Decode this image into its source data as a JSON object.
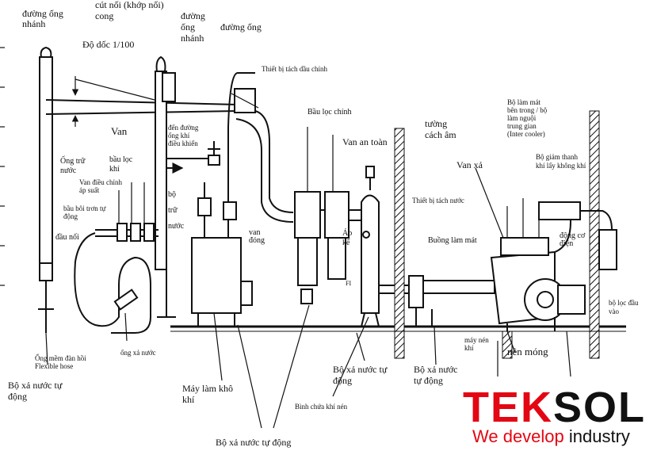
{
  "labels": {
    "duong_ong_nhanh_1": [
      "đường ống",
      "nhánh"
    ],
    "cut_noi": [
      "cút nối (khớp nối)",
      "cong"
    ],
    "duong_ong_nhanh_2": [
      "đường",
      "ống",
      "nhánh"
    ],
    "duong_ong": "đường ống",
    "do_doc": "Độ dốc 1/100",
    "thiet_bi_tach_dau_chinh": "Thiết bị tách dầu chính",
    "van": "Van",
    "den_duong_ong": [
      "đến đường",
      "ống khí",
      "điều khiển"
    ],
    "bau_loc_chinh": "Bầu lọc chính",
    "van_an_toan": "Van an toàn",
    "tuong_cach_am": [
      "tường",
      "cách âm"
    ],
    "bo_lam_mat": [
      "Bộ làm mát",
      "bên trong / bộ",
      "làm nguội",
      "trung gian",
      "(Inter cooler)"
    ],
    "ong_tru_nuoc": [
      "Ống trữ",
      "nước"
    ],
    "bau_loc_khi": [
      "bầu lọc",
      "khí"
    ],
    "van_dieu_chinh": [
      "Van điều chỉnh",
      "áp suất"
    ],
    "bau_boi_tron": [
      "bầu bôi trơn tự",
      "động"
    ],
    "dau_noi": "đầu nối",
    "bo_tru_nuoc": [
      "bộ",
      "trữ",
      "nước"
    ],
    "van_dong": [
      "van",
      "đóng"
    ],
    "ap_ke": [
      "Áp",
      "kế"
    ],
    "van_xa": "Van xả",
    "bo_giam_thanh": [
      "Bộ giảm thanh",
      "khí lấy không khí"
    ],
    "thiet_bi_tach_nuoc": "Thiết bị tách nước",
    "buong_lam_mat": "Buồng làm mát",
    "dong_co_dien": [
      "động cơ",
      "điện"
    ],
    "bo_loc_dau_vao": [
      "bộ lọc đầu",
      "vào"
    ],
    "ong_mem": [
      "Ống mềm đàn hồi",
      "Flexible hose"
    ],
    "ong_xa_nuoc": "ống xả nước",
    "may_nen_khi": [
      "máy nén",
      "khí"
    ],
    "nen_mong": "nền móng",
    "bo_xa_nuoc_tu_dong_left": [
      "Bộ xả nước tự",
      "động"
    ],
    "may_lam_kho_khi": [
      "Máy làm khô",
      "khí"
    ],
    "bo_xa_nuoc_tu_dong_mid": [
      "Bộ xả nước tự",
      "động"
    ],
    "bo_xa_nuoc_tu_dong_right": [
      "Bộ xả nước",
      "tự động"
    ],
    "binh_chua_khi_nen": "Bình chứa khí nén",
    "bo_xa_nuoc_tu_dong_bottom": "Bộ xả nước tự động",
    "fi": "FI"
  },
  "brand": {
    "name_red": "TEK",
    "name_black": "SOL",
    "tagline_red": "We develop",
    "tagline_black": " industry",
    "colors": {
      "red": "#e30613",
      "black": "#111111"
    }
  }
}
